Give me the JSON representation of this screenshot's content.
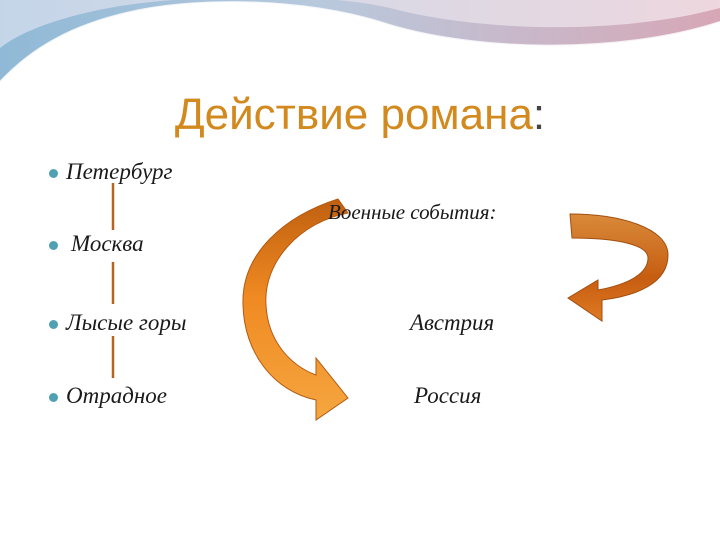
{
  "slide": {
    "title_text": "Действие романа",
    "title_colon": ":",
    "locations": [
      {
        "label": "Петербург"
      },
      {
        "label": "Москва"
      },
      {
        "label": "Лысые горы"
      },
      {
        "label": "Отрадное"
      }
    ],
    "military_label": "Военные события:",
    "country_austria": "Австрия",
    "country_russia": "Россия"
  },
  "colors": {
    "title": "#d2891e",
    "bullet": "#4fa0b4",
    "connector": "#b5651d",
    "arrow_light": "#f5a640",
    "arrow_dark": "#c65d11"
  }
}
